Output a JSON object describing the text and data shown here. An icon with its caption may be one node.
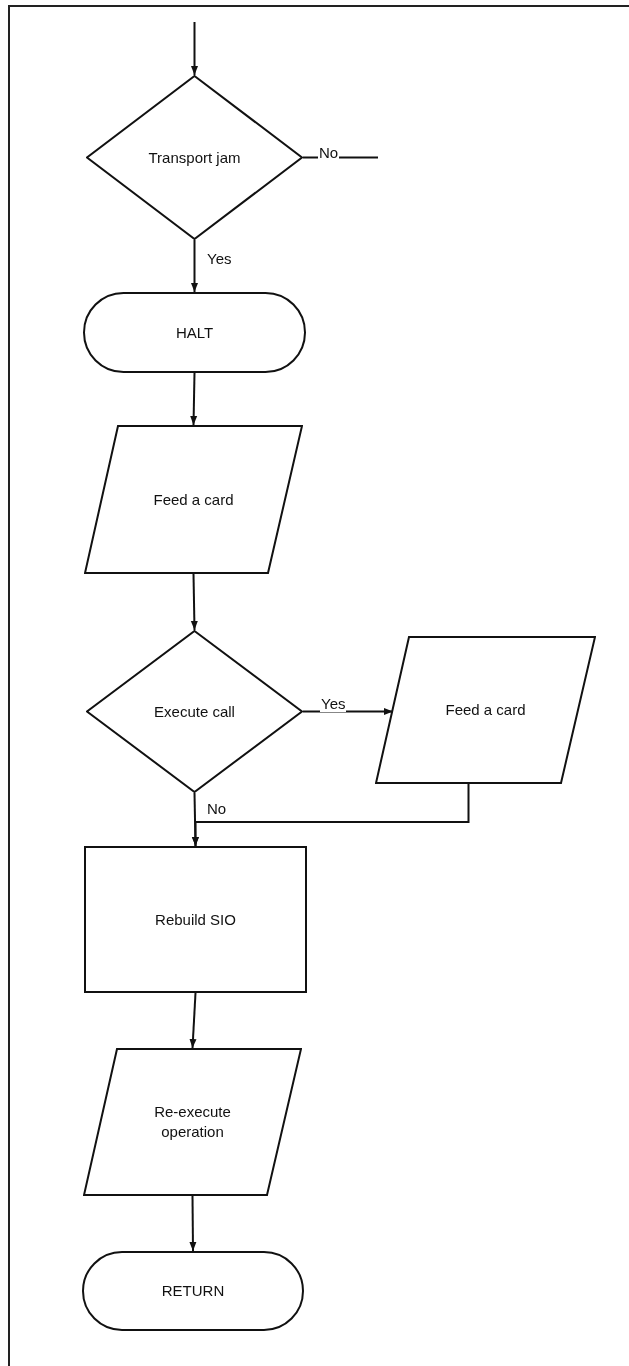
{
  "diagram": {
    "nodes": [
      {
        "text": [
          "Transport jam"
        ]
      },
      {
        "text": [
          "HALT"
        ]
      },
      {
        "text": [
          "Feed a card"
        ]
      },
      {
        "text": [
          "Execute call"
        ]
      },
      {
        "text": [
          "Feed a card"
        ]
      },
      {
        "text": [
          "Rebuild SIO"
        ]
      },
      {
        "text": [
          "Re-execute operation"
        ]
      },
      {
        "text": [
          "RETURN"
        ]
      }
    ],
    "edges": [
      {
        "from": null,
        "to": 0,
        "arrow": "to"
      },
      {
        "from": 0,
        "to": null,
        "arrow": "none",
        "label": "No"
      },
      {
        "from": 0,
        "to": 1,
        "arrow": "to",
        "label": "Yes"
      },
      {
        "from": 1,
        "to": 2,
        "arrow": "to"
      },
      {
        "from": 2,
        "to": 3,
        "arrow": "to"
      },
      {
        "from": 3,
        "to": 4,
        "arrow": "to",
        "label": "Yes"
      },
      {
        "from": 3,
        "to": 5,
        "arrow": "to",
        "label": "No"
      },
      {
        "from": 4,
        "to": 5,
        "arrow": "to"
      },
      {
        "from": 5,
        "to": 6,
        "arrow": "to"
      },
      {
        "from": 6,
        "to": 7,
        "arrow": "to"
      }
    ]
  }
}
